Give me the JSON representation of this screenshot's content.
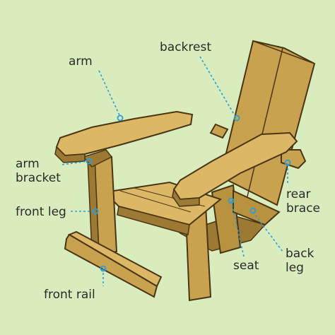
{
  "labels": {
    "backrest": "backrest",
    "arm": "arm",
    "arm_bracket": "arm\nbracket",
    "front_leg": "front leg",
    "front_rail": "front rail",
    "rear_brace": "rear\nbrace",
    "seat": "seat",
    "back_leg": "back\nleg"
  },
  "colors": {
    "background": "#d8ecbd",
    "wood": "#c9a24f",
    "wood_light": "#dcb866",
    "wood_dark": "#9c7a33",
    "outline": "#4a3512",
    "leader": "#2a9fd6"
  }
}
